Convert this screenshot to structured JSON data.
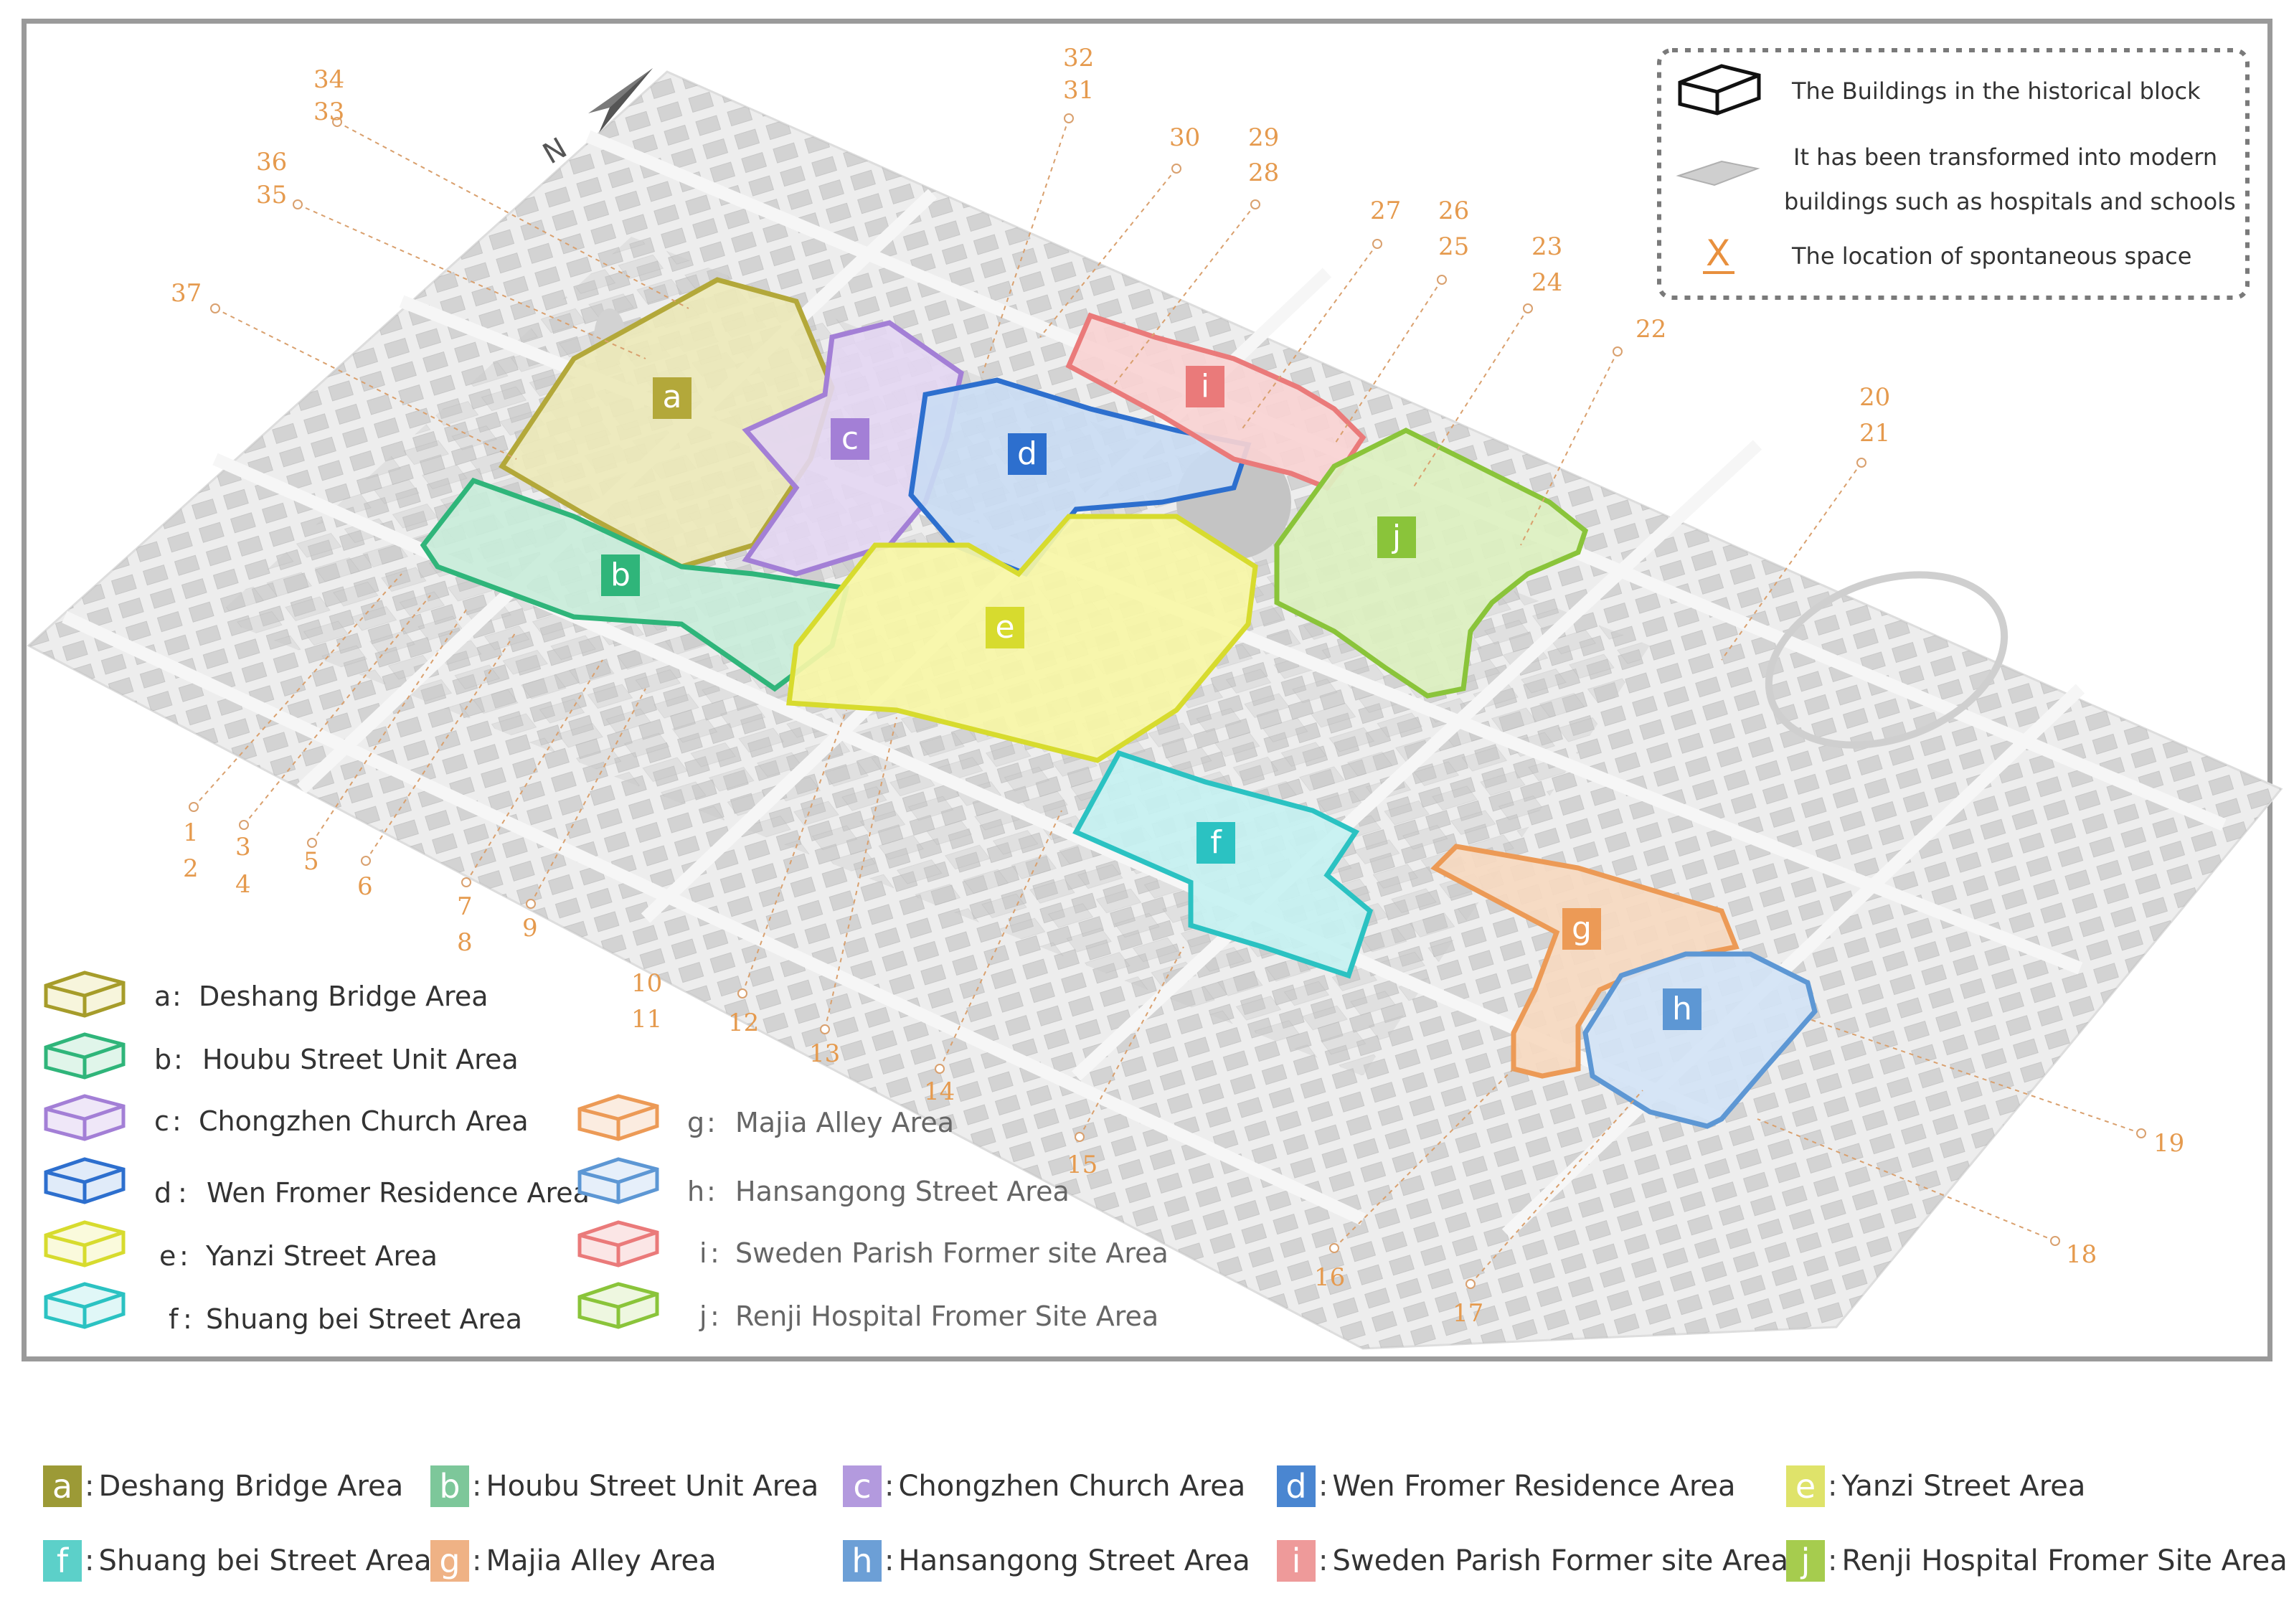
{
  "key": {
    "historical_buildings": "The Buildings in the historical block",
    "modern_line1": "It has been transformed into modern",
    "modern_line2": "buildings such as hospitals and schools",
    "spontaneous_marker": "X",
    "spontaneous": "The location of spontaneous space"
  },
  "north_label": "N",
  "areas": [
    {
      "letter": "a",
      "name": "Deshang Bridge Area",
      "color": "#b3a83a",
      "fill": "#ece9b8"
    },
    {
      "letter": "b",
      "name": "Houbu Street Unit Area",
      "color": "#2fb57a",
      "fill": "#c8ecd9"
    },
    {
      "letter": "c",
      "name": "Chongzhen Church Area",
      "color": "#a37fd6",
      "fill": "#e3d6f2"
    },
    {
      "letter": "d",
      "name": "Wen Fromer Residence Area",
      "color": "#2d6fce",
      "fill": "#c9dbf3"
    },
    {
      "letter": "e",
      "name": "Yanzi Street Area",
      "color": "#d7db2e",
      "fill": "#f7f6a6"
    },
    {
      "letter": "f",
      "name": "Shuang bei Street Area",
      "color": "#2bc2c2",
      "fill": "#c6f1f1"
    },
    {
      "letter": "g",
      "name": "Majia Alley Area",
      "color": "#ec9a56",
      "fill": "#f6d9c0"
    },
    {
      "letter": "h",
      "name": "Hansangong Street Area",
      "color": "#5d97d4",
      "fill": "#d3e3f5"
    },
    {
      "letter": "i",
      "name": "Sweden Parish Former site Area",
      "color": "#ea7a7a",
      "fill": "#f8d2d2"
    },
    {
      "letter": "j",
      "name": "Renji Hospital Fromer Site Area",
      "color": "#8ac43a",
      "fill": "#dcf0c0"
    }
  ],
  "bottom_legend": [
    {
      "letter": "a",
      "name": "Deshang Bridge Area",
      "color": "#9c9a36"
    },
    {
      "letter": "b",
      "name": "Houbu Street Unit Area",
      "color": "#7dc79a"
    },
    {
      "letter": "c",
      "name": "Chongzhen Church Area",
      "color": "#b39ade"
    },
    {
      "letter": "d",
      "name": "Wen Fromer Residence Area",
      "color": "#4a86d1"
    },
    {
      "letter": "e",
      "name": "Yanzi Street Area",
      "color": "#dfe36a"
    },
    {
      "letter": "f",
      "name": "Shuang bei Street Area",
      "color": "#5cd0c9"
    },
    {
      "letter": "g",
      "name": "Majia Alley Area",
      "color": "#efb285"
    },
    {
      "letter": "h",
      "name": "Hansangong Street Area",
      "color": "#6c9fd6"
    },
    {
      "letter": "i",
      "name": "Sweden Parish Former site Area",
      "color": "#ee9a9a"
    },
    {
      "letter": "j",
      "name": "Renji Hospital Fromer Site Area",
      "color": "#a6cc4e"
    }
  ],
  "point_labels": [
    "1",
    "2",
    "3",
    "4",
    "5",
    "6",
    "7",
    "8",
    "9",
    "10",
    "11",
    "12",
    "13",
    "14",
    "15",
    "16",
    "17",
    "18",
    "19",
    "20",
    "21",
    "22",
    "23",
    "24",
    "25",
    "26",
    "27",
    "28",
    "29",
    "30",
    "31",
    "32",
    "33",
    "34",
    "35",
    "36",
    "37"
  ]
}
